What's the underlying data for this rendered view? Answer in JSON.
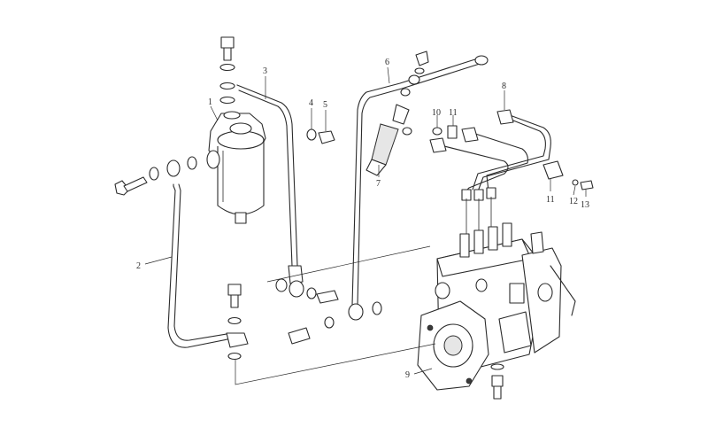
{
  "diagram": {
    "callouts": [
      "1",
      "2",
      "3",
      "4",
      "5",
      "6",
      "7",
      "8",
      "9",
      "10",
      "11",
      "11",
      "12",
      "13"
    ]
  },
  "colors": {
    "line": "#2b2b2b",
    "background": "#ffffff",
    "shade": "#e6e6e6"
  }
}
